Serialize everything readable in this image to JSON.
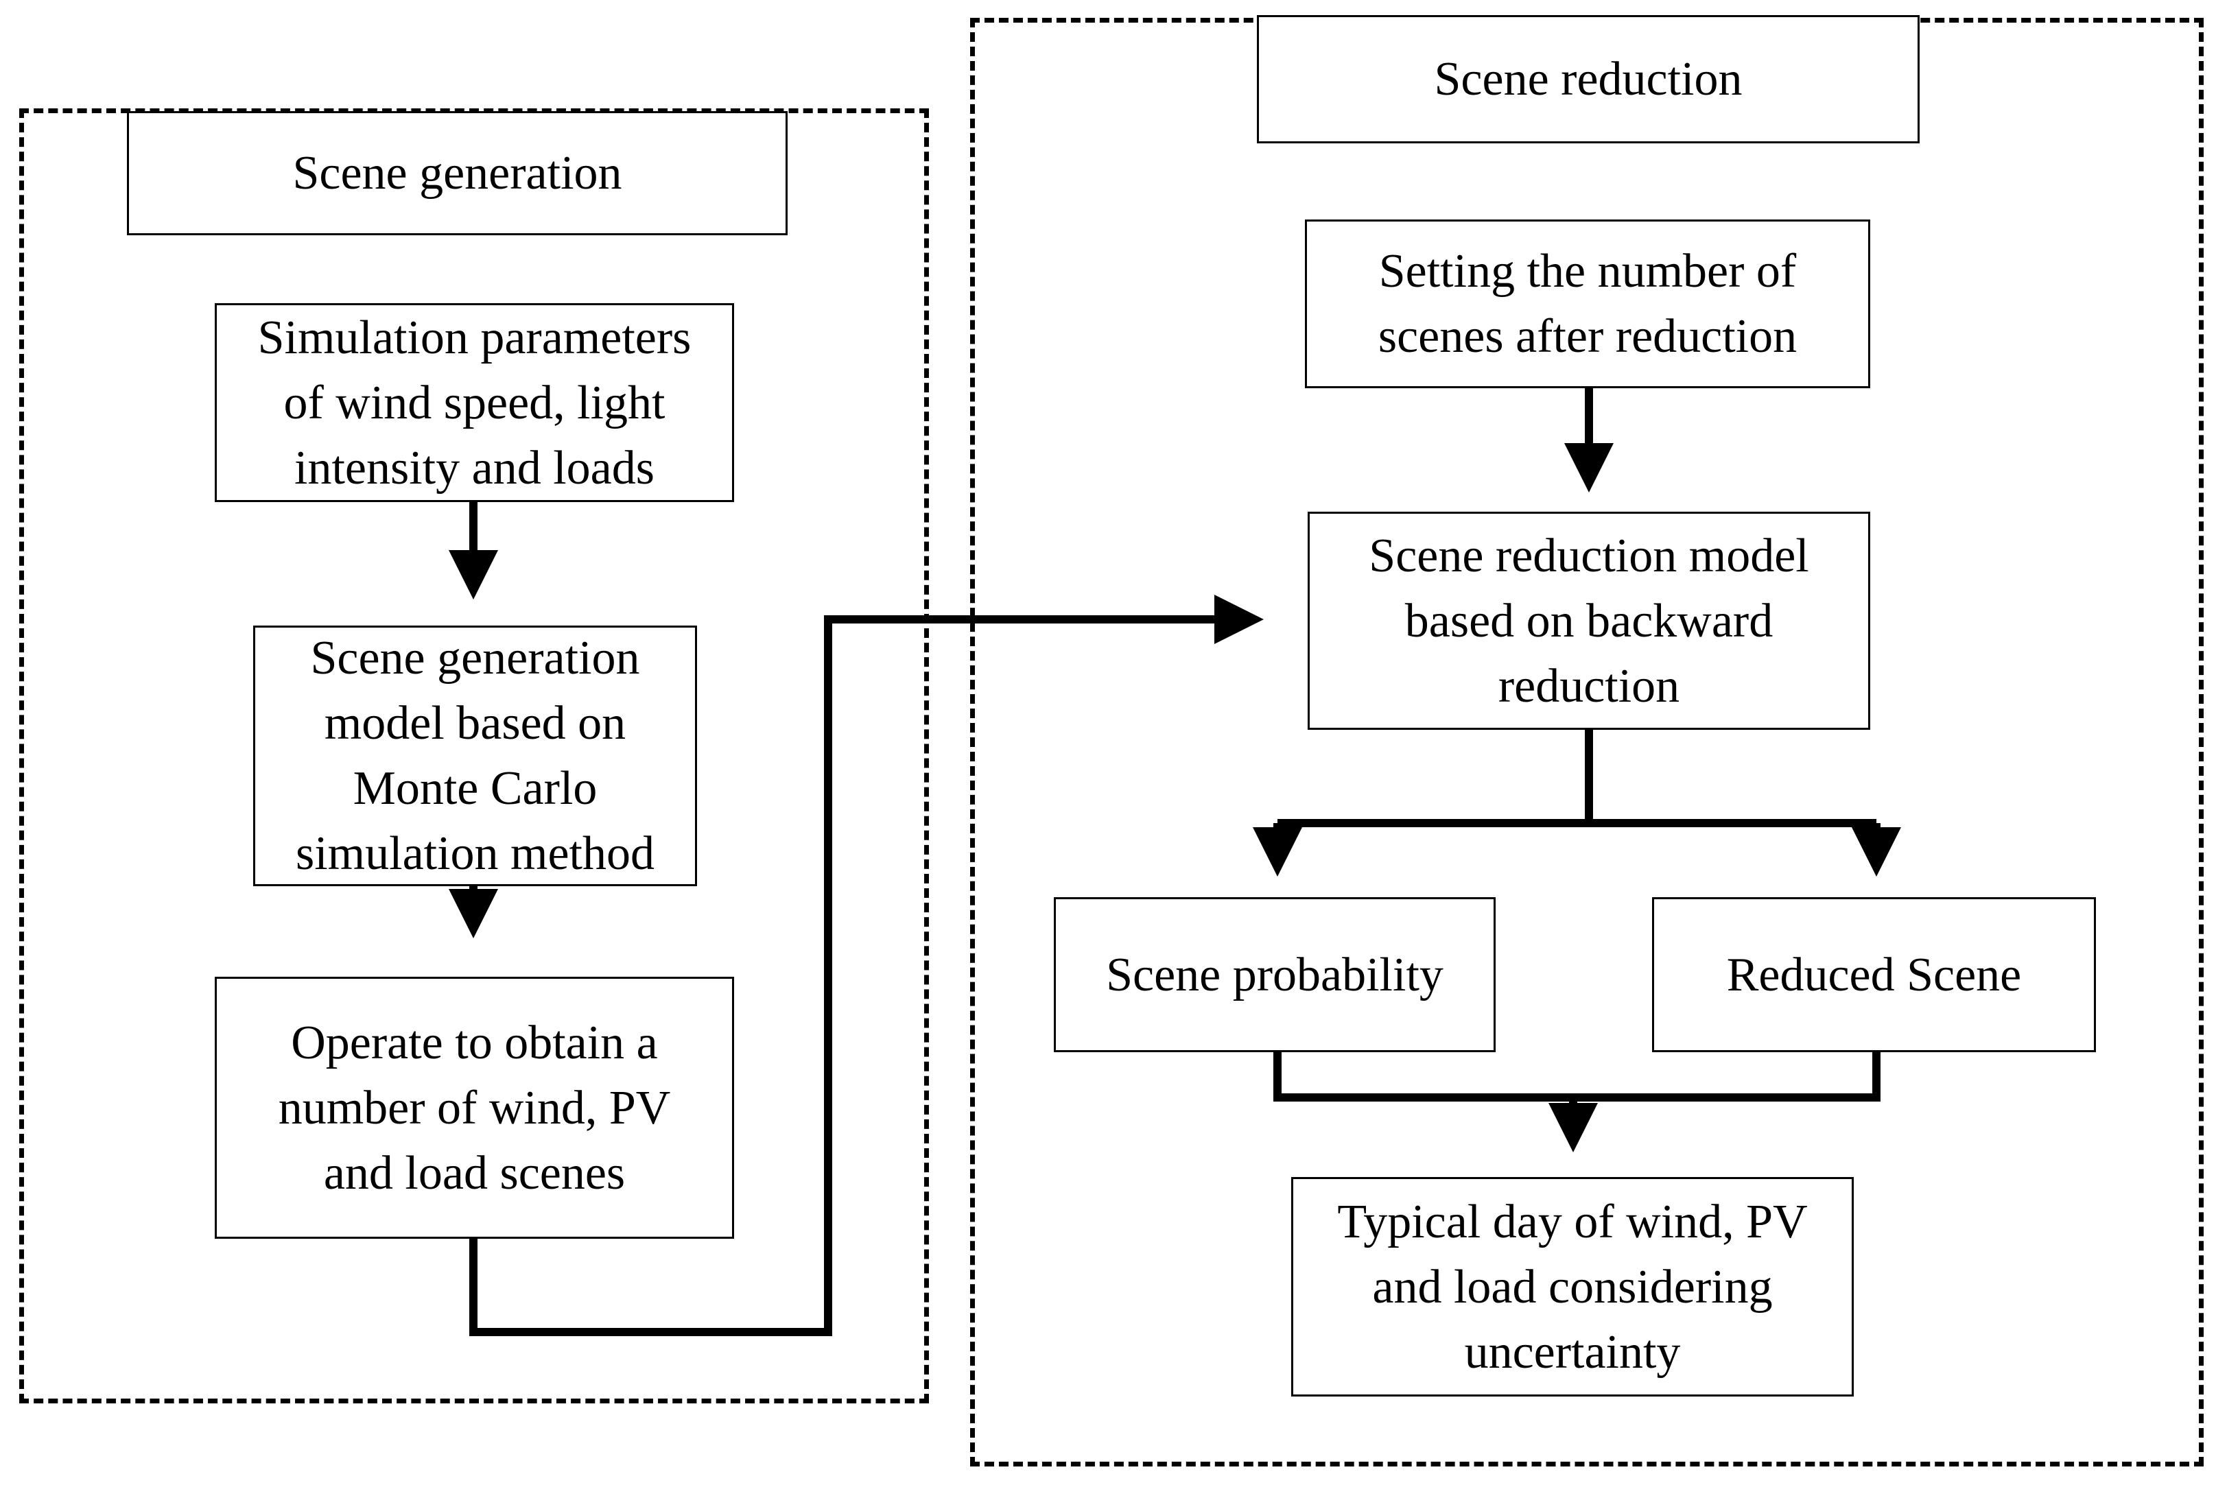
{
  "groups": {
    "generation": {
      "title": "Scene generation",
      "steps": [
        "Simulation parameters\nof wind speed, light\nintensity and loads",
        "Scene generation\nmodel based on\nMonte Carlo\nsimulation method",
        "Operate to obtain a\nnumber of wind, PV\nand load scenes"
      ]
    },
    "reduction": {
      "title": "Scene reduction",
      "steps": [
        "Setting the number of\nscenes after reduction",
        "Scene reduction model\nbased on backward\nreduction"
      ],
      "branches": [
        "Scene probability",
        "Reduced Scene"
      ],
      "result": "Typical day of wind, PV\nand load considering\nuncertainty"
    }
  }
}
